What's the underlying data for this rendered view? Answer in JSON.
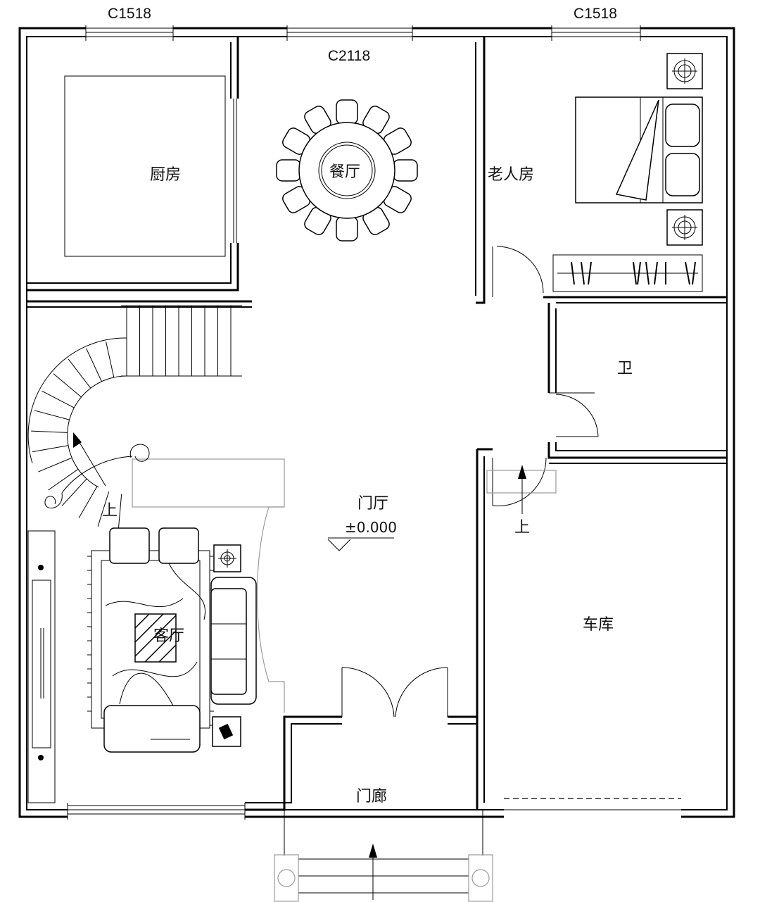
{
  "window_codes": {
    "top_left": "C1518",
    "top_center": "C2118",
    "top_right": "C1518"
  },
  "rooms": {
    "kitchen": "厨房",
    "dining": "餐厅",
    "elder_room": "老人房",
    "bathroom": "卫",
    "foyer": "门厅",
    "living": "客厅",
    "garage": "车库",
    "porch": "门廊"
  },
  "elevation": "±0.000",
  "stair_labels": {
    "spiral_up": "上",
    "garage_up": "上"
  }
}
